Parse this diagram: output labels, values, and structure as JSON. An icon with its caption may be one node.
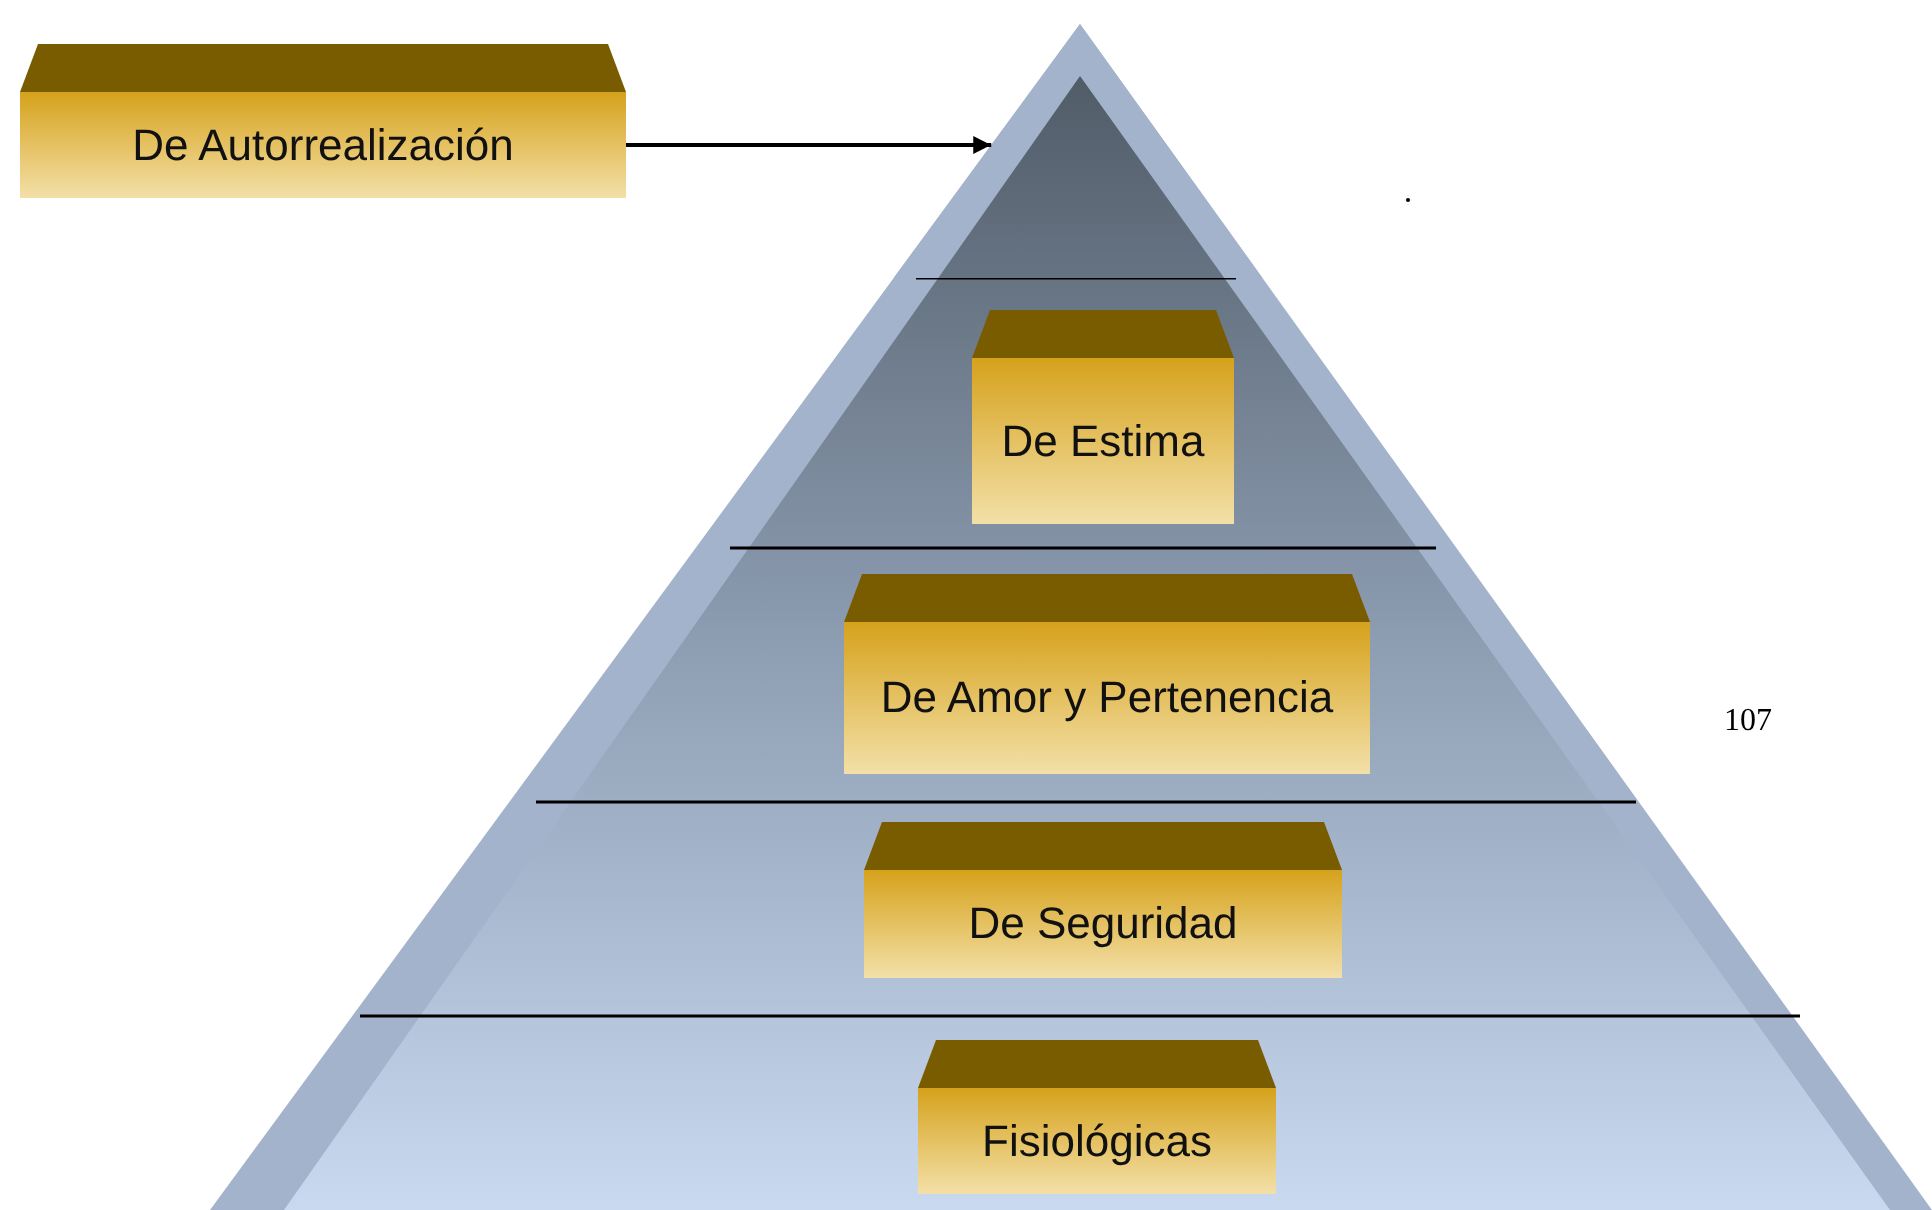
{
  "diagram": {
    "nodes": [
      {
        "text": [
          "De Autorrealización"
        ]
      },
      {
        "text": [],
        "shape": "triangle"
      },
      {
        "text": [
          "De Estima"
        ]
      },
      {
        "text": [
          "De Amor y Pertenencia"
        ]
      },
      {
        "text": [
          "De Seguridad"
        ]
      },
      {
        "text": [
          "Fisiológicas"
        ]
      }
    ],
    "edges": [
      {
        "from": 0,
        "to": 1,
        "arrow": "to"
      }
    ],
    "labels": [
      "107"
    ]
  }
}
